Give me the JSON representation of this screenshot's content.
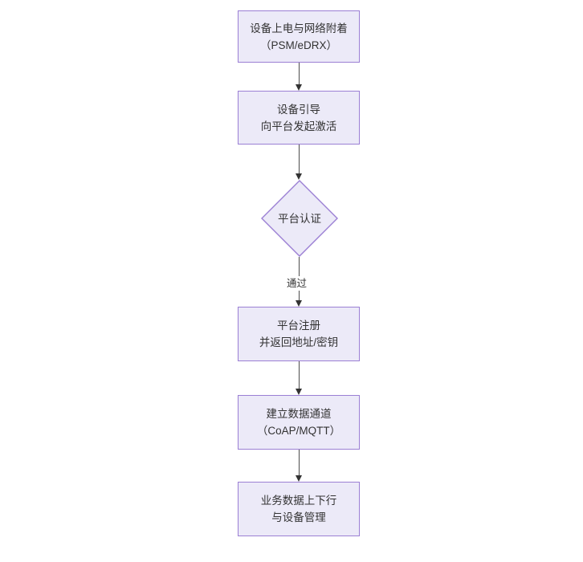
{
  "diagram": {
    "type": "flowchart",
    "orientation": "top-to-bottom",
    "background_color": "#FFFFFF",
    "node_fill_color": "#ECEAF8",
    "node_border_color": "#9B7FD4",
    "connector_color": "#4D4D4D",
    "text_color": "#333333",
    "nodes": [
      {
        "id": "n1",
        "shape": "rectangle",
        "lines": [
          "设备上电与网络附着",
          "（PSM/eDRX）"
        ]
      },
      {
        "id": "n2",
        "shape": "rectangle",
        "lines": [
          "设备引导",
          "向平台发起激活"
        ]
      },
      {
        "id": "n3",
        "shape": "diamond",
        "lines": [
          "平台认证"
        ]
      },
      {
        "id": "n4",
        "shape": "rectangle",
        "lines": [
          "平台注册",
          "并返回地址/密钥"
        ]
      },
      {
        "id": "n5",
        "shape": "rectangle",
        "lines": [
          "建立数据通道",
          "（CoAP/MQTT）"
        ]
      },
      {
        "id": "n6",
        "shape": "rectangle",
        "lines": [
          "业务数据上下行",
          "与设备管理"
        ]
      }
    ],
    "edges": [
      {
        "id": "e1",
        "from": "n1",
        "to": "n2",
        "label": ""
      },
      {
        "id": "e2",
        "from": "n2",
        "to": "n3",
        "label": ""
      },
      {
        "id": "e3",
        "from": "n3",
        "to": "n4",
        "label": "通过"
      },
      {
        "id": "e4",
        "from": "n4",
        "to": "n5",
        "label": ""
      },
      {
        "id": "e5",
        "from": "n5",
        "to": "n6",
        "label": ""
      }
    ]
  }
}
